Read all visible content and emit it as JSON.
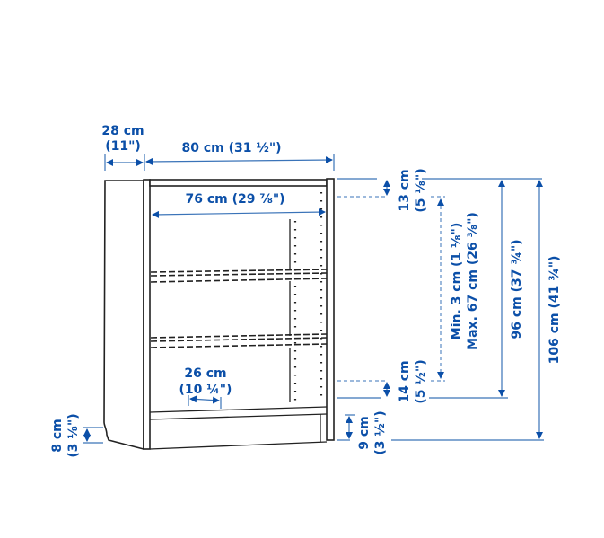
{
  "diagram": {
    "subject": "bookcase",
    "accent_color": "#0b4fa8",
    "dimensions": {
      "depth": {
        "metric": "28 cm",
        "imperial": "(11\")"
      },
      "width": {
        "label": "80 cm (31 ½\")"
      },
      "inner_width": {
        "label": "76 cm (29 ⅞\")"
      },
      "shelf_depth": {
        "metric": "26 cm",
        "imperial": "(10 ¼\")"
      },
      "top_gap": {
        "metric": "13 cm",
        "imperial": "(5 ⅛\")"
      },
      "shelf_range": {
        "min": "Min. 3 cm (1 ⅛\")",
        "max": "Max. 67 cm (26 ⅜\")"
      },
      "bottom_shelf_height": {
        "metric": "14 cm",
        "imperial": "(5 ½\")"
      },
      "plinth_height": {
        "metric": "9 cm",
        "imperial": "(3 ½\")"
      },
      "foot_cutout": {
        "metric": "8 cm",
        "imperial": "(3 ⅛\")"
      },
      "inner_height": {
        "label": "96 cm (37 ¾\")"
      },
      "total_height": {
        "label": "106 cm (41 ¾\")"
      }
    }
  }
}
